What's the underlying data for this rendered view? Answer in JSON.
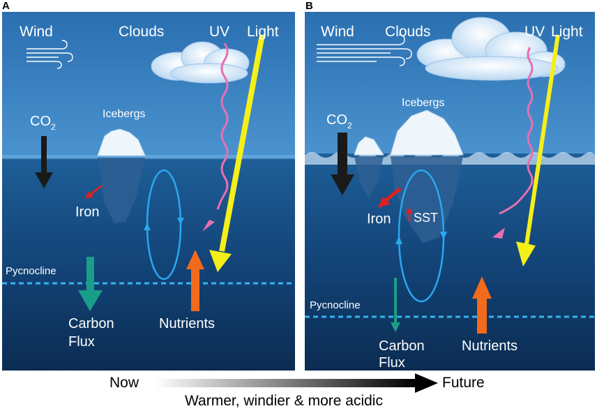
{
  "panels": [
    {
      "letter": "A",
      "labels": {
        "wind": "Wind",
        "clouds": "Clouds",
        "uv": "UV",
        "light": "Light",
        "co2": "CO",
        "co2_sub": "2",
        "icebergs": "Icebergs",
        "iron": "Iron",
        "pycnocline": "Pycnocline",
        "carbon": "Carbon",
        "flux": "Flux",
        "nutrients": "Nutrients"
      }
    },
    {
      "letter": "B",
      "labels": {
        "wind": "Wind",
        "clouds": "Clouds",
        "uv": "UV",
        "light": "Light",
        "co2": "CO",
        "co2_sub": "2",
        "icebergs": "Icebergs",
        "iron": "Iron",
        "sst": "SST",
        "pycnocline": "Pycnocline",
        "carbon": "Carbon",
        "flux": "Flux",
        "nutrients": "Nutrients"
      }
    }
  ],
  "timeline": {
    "start": "Now",
    "end": "Future",
    "caption": "Warmer, windier & more acidic"
  },
  "colors": {
    "sky_top": "#2a6fb0",
    "sky_bottom": "#4b93cf",
    "ocean_top": "#1d5f9a",
    "ocean_bottom": "#0b2f56",
    "light_arrow": "#f5ef1a",
    "uv_wave": "#e86fb2",
    "co2_arrow": "#1a1a1a",
    "iron_arrow": "#e02020",
    "carbon_arrow": "#1a9e8a",
    "nutrient_arrow": "#f26a1b",
    "circulation": "#2aa8f0",
    "pycnocline": "#35b5f0"
  }
}
